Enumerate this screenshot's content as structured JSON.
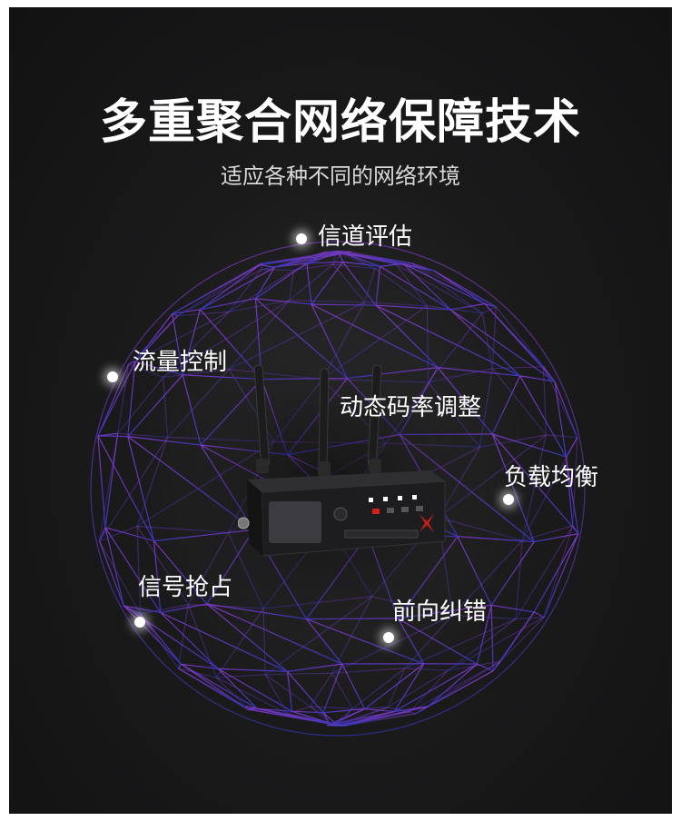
{
  "header": {
    "title": "多重聚合网络保障技术",
    "subtitle": "适应各种不同的网络环境"
  },
  "features": {
    "channel_eval": "信道评估",
    "flow_control": "流量控制",
    "dynamic_bitrate": "动态码率调整",
    "load_balance": "负载均衡",
    "signal_preempt": "信号抢占",
    "forward_ecc": "前向纠错"
  },
  "colors": {
    "background": "#161617",
    "globe_purple": "#7a3fd0",
    "globe_blue": "#3a3fd0",
    "text": "#ffffff"
  },
  "image": {
    "device": "bonded-network-transmitter-device"
  }
}
